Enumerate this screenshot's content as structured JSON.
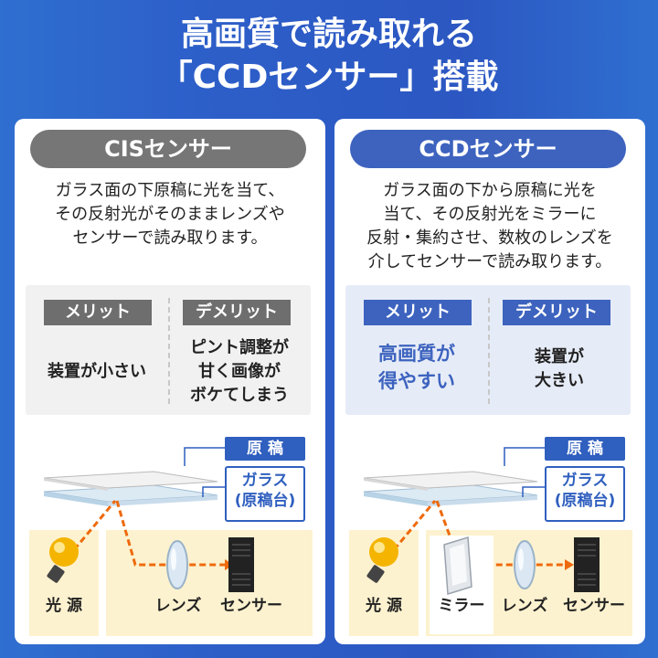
{
  "title": {
    "line1": "高画質で読み取れる",
    "line2": "「CCDセンサー」搭載"
  },
  "cis": {
    "heading": "CISセンサー",
    "description": [
      "ガラス面の下原稿に光を当て、",
      "その反射光がそのままレンズや",
      "センサーで読み取ります。"
    ],
    "merit_label": "メリット",
    "demerit_label": "デメリット",
    "merit_text": "装置が小さい",
    "demerit_text": [
      "ピント調整が",
      "甘く画像が",
      "ボケてしまう"
    ],
    "manuscript_label": "原 稿",
    "glass_label": [
      "ガラス",
      "(原稿台)"
    ],
    "light_label": "光 源",
    "lens_label": "レンズ",
    "sensor_label": "センサー"
  },
  "ccd": {
    "heading": "CCDセンサー",
    "description": [
      "ガラス面の下から原稿に光を",
      "当て、その反射光をミラーに",
      "反射・集約させ、数枚のレンズを",
      "介してセンサーで読み取ります。"
    ],
    "merit_label": "メリット",
    "demerit_label": "デメリット",
    "merit_text": [
      "高画質が",
      "得やすい"
    ],
    "demerit_text": [
      "装置が",
      "大きい"
    ],
    "manuscript_label": "原 稿",
    "glass_label": [
      "ガラス",
      "(原稿台)"
    ],
    "light_label": "光 源",
    "mirror_label": "ミラー",
    "lens_label": "レンズ",
    "sensor_label": "センサー"
  },
  "colors": {
    "background": "#2c57c2",
    "cis_accent": "#767676",
    "ccd_accent": "#3d63bf",
    "beam": "#ee6a0c",
    "highlight": "#fdf2cf"
  },
  "icons": [
    "bulb-icon",
    "lens-icon",
    "sensor-icon",
    "mirror-icon"
  ]
}
